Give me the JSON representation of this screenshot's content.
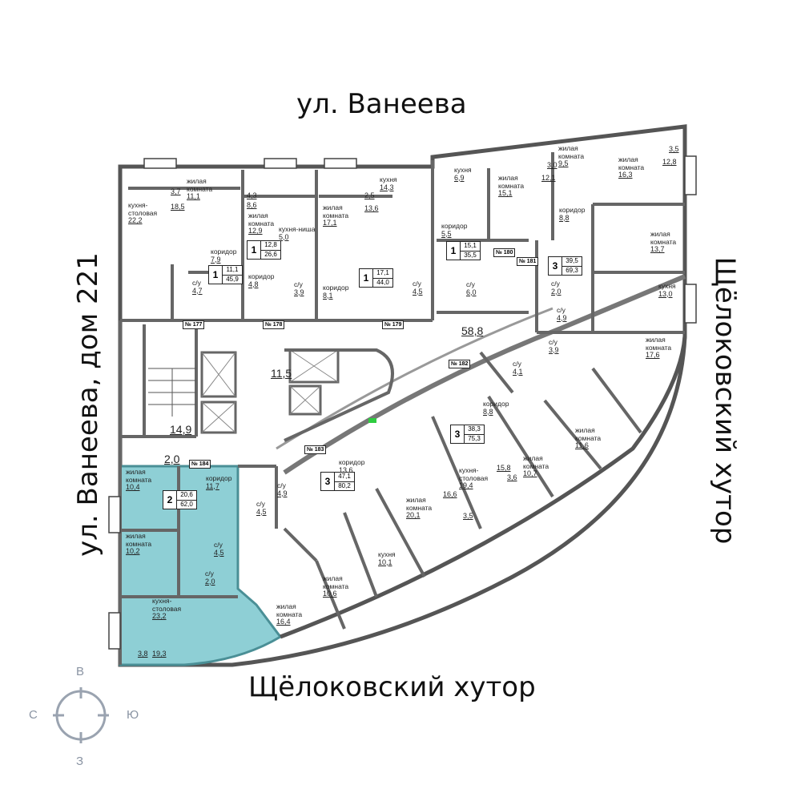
{
  "streets": {
    "top": "ул. Ванеева",
    "left": "ул. Ванеева, дом 221",
    "right": "Щёлоковский хутор",
    "bottom": "Щёлоковский хутор"
  },
  "compass": {
    "north": "В",
    "east": "Ю",
    "south": "З",
    "west": "С"
  },
  "colors": {
    "highlight": "#8ecfd5",
    "wall": "#555555",
    "compass": "#9aa3b0",
    "marker": "#2ecc40"
  },
  "common_areas": [
    {
      "area": "58,8"
    },
    {
      "area": "11,5"
    },
    {
      "area": "14,9"
    },
    {
      "area": "2,0"
    }
  ],
  "rooms": [
    {
      "name": "кухня-\nстоловая",
      "area": "22,2"
    },
    {
      "name": "жилая\nкомната",
      "area": "11,1"
    },
    {
      "name": "",
      "area": "3,7"
    },
    {
      "name": "",
      "area": "18,5"
    },
    {
      "name": "коридор",
      "area": "7,9"
    },
    {
      "name": "с/у",
      "area": "4,7"
    },
    {
      "name": "",
      "area": "4,3"
    },
    {
      "name": "",
      "area": "8,6"
    },
    {
      "name": "жилая\nкомната",
      "area": "12,9"
    },
    {
      "name": "кухня-ниша",
      "area": "5,0"
    },
    {
      "name": "коридор",
      "area": "4,8"
    },
    {
      "name": "с/у",
      "area": "3,9"
    },
    {
      "name": "кухня",
      "area": "14,3"
    },
    {
      "name": "",
      "area": "2,5"
    },
    {
      "name": "жилая\nкомната",
      "area": "17,1"
    },
    {
      "name": "",
      "area": "13,6"
    },
    {
      "name": "коридор",
      "area": "8,1"
    },
    {
      "name": "с/у",
      "area": "4,5"
    },
    {
      "name": "кухня",
      "area": "6,9"
    },
    {
      "name": "жилая\nкомната",
      "area": "15,1"
    },
    {
      "name": "",
      "area": "3,0"
    },
    {
      "name": "",
      "area": "12,1"
    },
    {
      "name": "коридор",
      "area": "5,5"
    },
    {
      "name": "с/у",
      "area": "6,0"
    },
    {
      "name": "жилая\nкомната",
      "area": "9,5"
    },
    {
      "name": "жилая\nкомната",
      "area": "16,3"
    },
    {
      "name": "",
      "area": "3,5"
    },
    {
      "name": "",
      "area": "12,8"
    },
    {
      "name": "коридор",
      "area": "8,8"
    },
    {
      "name": "жилая\nкомната",
      "area": "13,7"
    },
    {
      "name": "кухня",
      "area": "13,0"
    },
    {
      "name": "с/у",
      "area": "2,0"
    },
    {
      "name": "с/у",
      "area": "4,9"
    },
    {
      "name": "жилая\nкомната",
      "area": "17,6"
    },
    {
      "name": "с/у",
      "area": "3,9"
    },
    {
      "name": "с/у",
      "area": "4,1"
    },
    {
      "name": "коридор",
      "area": "8,8"
    },
    {
      "name": "кухня-\nстоловая",
      "area": "19,4"
    },
    {
      "name": "",
      "area": "15,8"
    },
    {
      "name": "",
      "area": "3,6"
    },
    {
      "name": "жилая\nкомната",
      "area": "10,7"
    },
    {
      "name": "жилая\nкомната",
      "area": "11,6"
    },
    {
      "name": "",
      "area": "16,6"
    },
    {
      "name": "",
      "area": "3,5"
    },
    {
      "name": "коридор",
      "area": "13,6"
    },
    {
      "name": "с/у",
      "area": "4,9"
    },
    {
      "name": "с/у",
      "area": "4,5"
    },
    {
      "name": "жилая\nкомната",
      "area": "20,1"
    },
    {
      "name": "кухня",
      "area": "10,1"
    },
    {
      "name": "жилая\nкомната",
      "area": "10,6"
    },
    {
      "name": "жилая\nкомната",
      "area": "16,4"
    },
    {
      "name": "жилая\nкомната",
      "area": "10,4"
    },
    {
      "name": "коридор",
      "area": "11,7"
    },
    {
      "name": "жилая\nкомната",
      "area": "10,2"
    },
    {
      "name": "с/у",
      "area": "4,5"
    },
    {
      "name": "с/у",
      "area": "2,0"
    },
    {
      "name": "кухня-\nстоловая",
      "area": "23,2"
    },
    {
      "name": "",
      "area": "3,8"
    },
    {
      "name": "",
      "area": "19,3"
    }
  ],
  "apartments": [
    {
      "rooms": "1",
      "living": "11,1",
      "total": "45,9"
    },
    {
      "rooms": "1",
      "living": "12,8",
      "total": "26,6"
    },
    {
      "rooms": "1",
      "living": "17,1",
      "total": "44,0"
    },
    {
      "rooms": "1",
      "living": "15,1",
      "total": "35,5"
    },
    {
      "rooms": "3",
      "living": "39,5",
      "total": "69,3"
    },
    {
      "rooms": "3",
      "living": "38,3",
      "total": "75,3"
    },
    {
      "rooms": "3",
      "living": "47,1",
      "total": "80,2"
    },
    {
      "rooms": "2",
      "living": "20,6",
      "total": "62,0"
    }
  ],
  "apartment_numbers": [
    "№ 177",
    "№ 178",
    "№ 179",
    "№ 180",
    "№ 181",
    "№ 182",
    "№ 183",
    "№ 184"
  ]
}
